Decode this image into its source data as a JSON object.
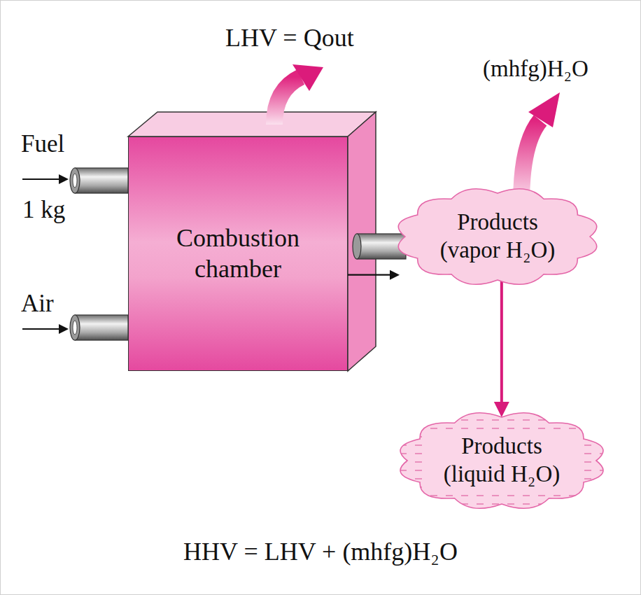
{
  "diagram": {
    "nodes": [
      {
        "text": [
          "Combustion chamber"
        ]
      },
      {
        "text": [
          "Products (vapor H₂O)"
        ]
      },
      {
        "text": [
          "Products (liquid H₂O)"
        ]
      }
    ],
    "edges": [
      {
        "from": 0,
        "to": 1,
        "arrow": "to"
      },
      {
        "from": 1,
        "to": 2,
        "arrow": "to"
      }
    ],
    "labels": [
      "LHV = Qout",
      "(mhfg)H₂O",
      "Fuel",
      "1 kg",
      "Air",
      "HHV = LHV + (mhfg)H₂O"
    ]
  }
}
